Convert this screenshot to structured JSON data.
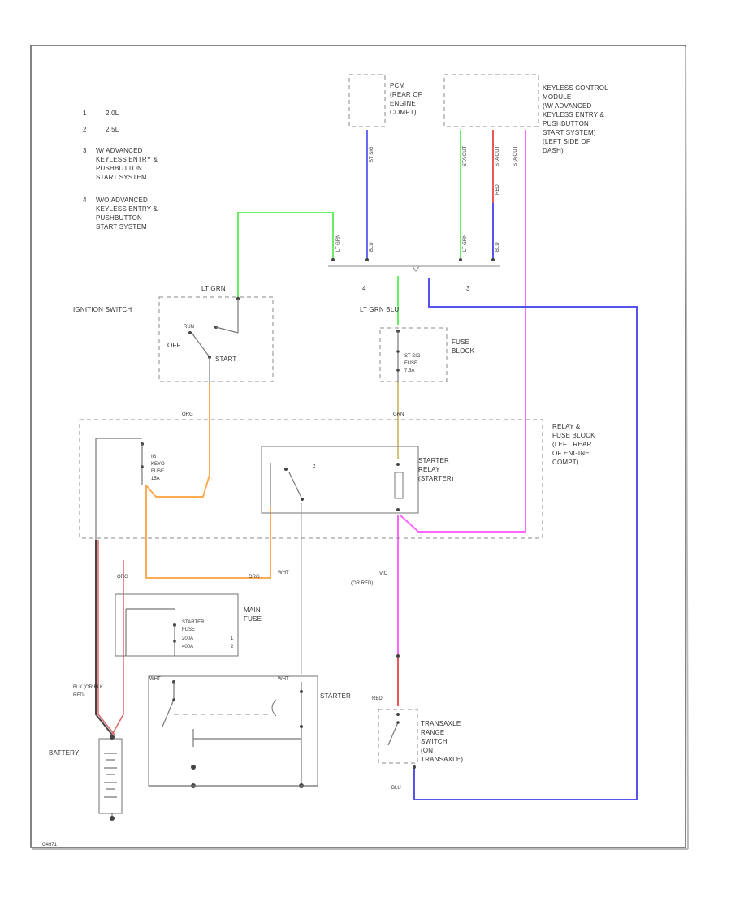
{
  "notes": [
    {
      "num": "1",
      "text": "2.0L"
    },
    {
      "num": "2",
      "text": "2.5L"
    },
    {
      "num": "3",
      "lines": [
        "W/ ADVANCED",
        "KEYLESS ENTRY &",
        "PUSHBUTTON",
        "START SYSTEM"
      ]
    },
    {
      "num": "4",
      "lines": [
        "W/O ADVANCED",
        "KEYLESS ENTRY &",
        "PUSHBUTTON",
        "START SYSTEM"
      ]
    }
  ],
  "pcm": {
    "lines": [
      "PCM",
      "(REAR OF",
      "ENGINE",
      "COMPT)"
    ]
  },
  "kcm": {
    "lines": [
      "KEYLESS CONTROL",
      "MODULE",
      "(W/ ADVANCED",
      "KEYLESS ENTRY &",
      "PUSHBUTTON",
      "START SYSTEM)",
      "(LEFT SIDE OF",
      "DASH)"
    ]
  },
  "ignition_switch": {
    "label": "IGNITION SWITCH",
    "off": "OFF",
    "start": "START",
    "run": "RUN",
    "wire": "LT GRN"
  },
  "fuse_block": {
    "lines": [
      "FUSE",
      "BLOCK"
    ],
    "fuse_lines": [
      "ST SIG",
      "FUSE",
      "7.5A"
    ]
  },
  "relay_block": {
    "lines": [
      "RELAY &",
      "FUSE BLOCK",
      "(LEFT REAR",
      "OF ENGINE",
      "COMPT)"
    ]
  },
  "ig_fuse": {
    "lines": [
      "IG",
      "KEYO",
      "FUSE",
      "15A"
    ]
  },
  "starter_relay": {
    "lines": [
      "STARTER",
      "RELAY",
      "(STARTER)"
    ],
    "terminal": "2"
  },
  "main_fuse": {
    "lines": [
      "MAIN",
      "FUSE"
    ],
    "fuse_lines": [
      "STARTER",
      "FUSE",
      "200A",
      "400A"
    ],
    "notes": [
      "1",
      "2"
    ]
  },
  "starter": {
    "label": "STARTER"
  },
  "battery": {
    "label": "BATTERY"
  },
  "tr_switch": {
    "lines": [
      "TRANSAXLE",
      "RANGE",
      "SWITCH",
      "(ON",
      "TRANSAXLE)"
    ]
  },
  "connector_notes": {
    "left": "4",
    "right": "3"
  },
  "wire_labels": {
    "lt_grn_blu": "LT GRN  BLU",
    "org_top_left": "ORG",
    "grn_top_right": "GRN",
    "org_bottom": "ORG",
    "org_bottom_right": "ORG",
    "wht": "WHT",
    "vio": "VIO",
    "or_red": "(OR RED)",
    "blk_red": [
      "BLK (OR BLK",
      "RED)"
    ],
    "wht_st_left": "WHT",
    "wht_st_right": "WHT",
    "red": "RED",
    "blu": "BLU",
    "v_lt_grn_1": "LT GRN",
    "v_blu_1": "BLU",
    "v_lt_grn_2": "LT GRN",
    "v_red": "RED",
    "v_blu_2": "BLU",
    "v_pcm_1": "ST SIG",
    "v_kcm_1": "STA OUT",
    "v_kcm_2": "STA OUT",
    "v_kcm_3": "STA OUT"
  },
  "footer": "G4971"
}
